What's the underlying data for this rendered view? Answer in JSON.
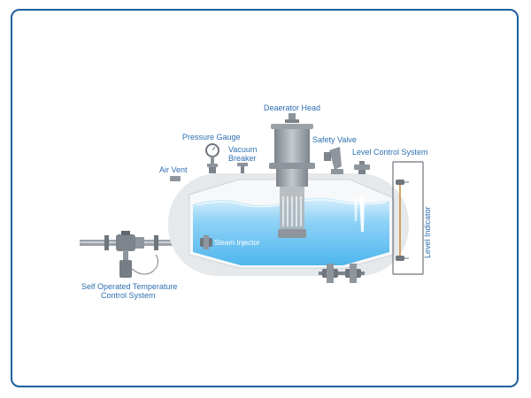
{
  "labels": {
    "deaerator_head": "Deaerator Head",
    "pressure_gauge": "Pressure Gauge",
    "vacuum_breaker_1": "Vacuum",
    "vacuum_breaker_2": "Breaker",
    "safety_valve": "Safety Valve",
    "level_control_system": "Level Control System",
    "air_vent": "Air Vent",
    "steam_injector": "Steam Injector",
    "level_indicator": "Level Indicator",
    "temp_control_1": "Self Operated Temperature",
    "temp_control_2": "Control System"
  },
  "colors": {
    "frame_border": "#1f5f9f",
    "label_text": "#2d6fb0",
    "tank_body": "#e6e9ec",
    "tank_inner": "#f7f8f9",
    "water_light": "#cfeafb",
    "water_deep": "#5cbdf0",
    "equipment": "#8e959c",
    "level_line": "#c98a2e"
  }
}
